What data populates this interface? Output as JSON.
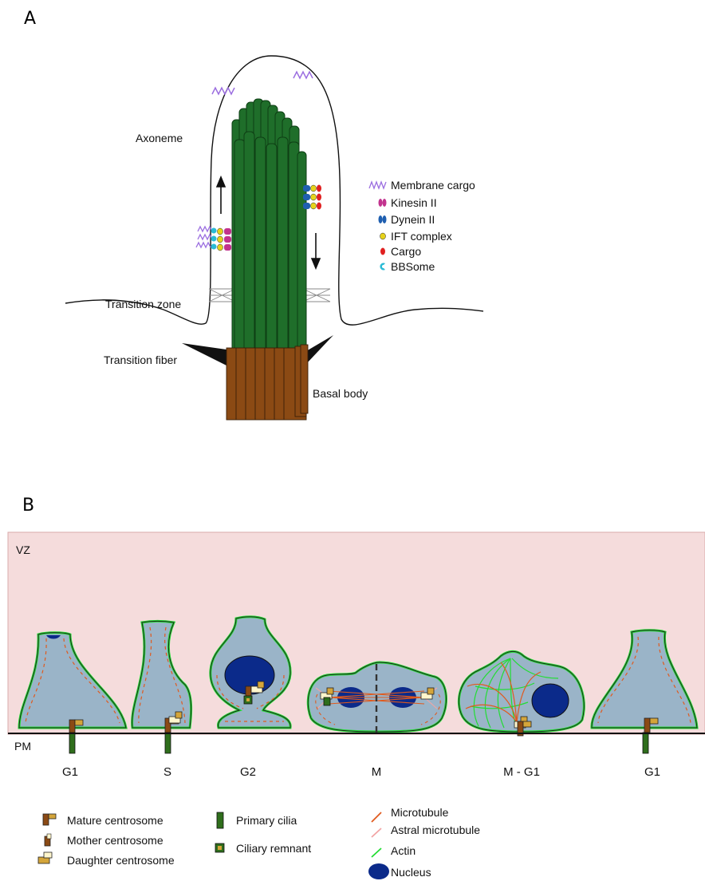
{
  "panel_a": {
    "letter": "A",
    "labels": {
      "axoneme": "Axoneme",
      "transition_zone": "Transition zone",
      "transition_fiber": "Transition fiber",
      "basal_body": "Basal body"
    },
    "legend": [
      {
        "icon": "membrane-cargo-icon",
        "label": "Membrane cargo",
        "color": "#9b6ee0"
      },
      {
        "icon": "kinesin-icon",
        "label": "Kinesin II",
        "color": "#c2338e"
      },
      {
        "icon": "dynein-icon",
        "label": "Dynein II",
        "color": "#1f5fb0"
      },
      {
        "icon": "ift-icon",
        "label": "IFT complex",
        "color": "#e6d21a"
      },
      {
        "icon": "cargo-icon",
        "label": "Cargo",
        "color": "#e02020"
      },
      {
        "icon": "bbsome-icon",
        "label": "BBSome",
        "color": "#2bbbd6"
      }
    ],
    "colors": {
      "axoneme": "#1f6e2a",
      "basal_body": "#8b4a14"
    }
  },
  "panel_b": {
    "letter": "B",
    "zone_top": "VZ",
    "zone_bottom": "PM",
    "phases": [
      "G1",
      "S",
      "G2",
      "M",
      "M - G1",
      "G1"
    ],
    "legend": [
      {
        "icon": "mature-centrosome-icon",
        "label": "Mature centrosome"
      },
      {
        "icon": "mother-centrosome-icon",
        "label": "Mother centrosome"
      },
      {
        "icon": "daughter-centrosome-icon",
        "label": "Daughter centrosome"
      },
      {
        "icon": "primary-cilia-icon",
        "label": "Primary cilia"
      },
      {
        "icon": "ciliary-remnant-icon",
        "label": "Ciliary remnant"
      },
      {
        "icon": "microtubule-icon",
        "label": "Microtubule"
      },
      {
        "icon": "astral-microtubule-icon",
        "label": "Astral microtubule"
      },
      {
        "icon": "actin-icon",
        "label": "Actin"
      },
      {
        "icon": "nucleus-icon",
        "label": "Nucleus"
      }
    ],
    "colors": {
      "vz": "#f5dcdc",
      "cell": "#9ab4c8",
      "actin": "#22dd33",
      "microtubule": "#e05a1e",
      "astral": "#f2a4a4",
      "nucleus": "#0b2a8a"
    }
  }
}
